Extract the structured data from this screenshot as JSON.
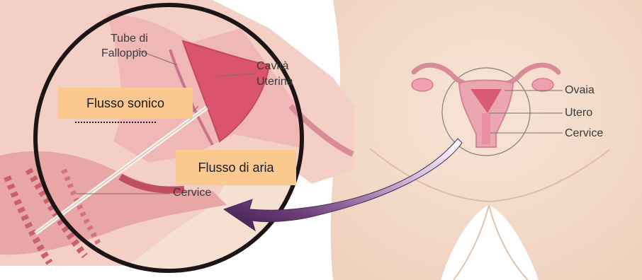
{
  "labels": {
    "tube": "Tube di",
    "falloppio": "Falloppio",
    "cavita": "Cavità",
    "uterina": "Uterina",
    "cervice_left": "Cervice",
    "ovaia": "Ovaia",
    "utero": "Utero",
    "cervice_right": "Cervice"
  },
  "callouts": {
    "flusso_sonico": "Flusso sonico",
    "flusso_aria": "Flusso di aria"
  },
  "colors": {
    "box_fill": "#fbc98f",
    "skin": "#f5dccb",
    "tissue": "#e8a6a6",
    "cavity": "#d9546c",
    "arrow": "#6b3d78",
    "circle": "#1d1416"
  }
}
